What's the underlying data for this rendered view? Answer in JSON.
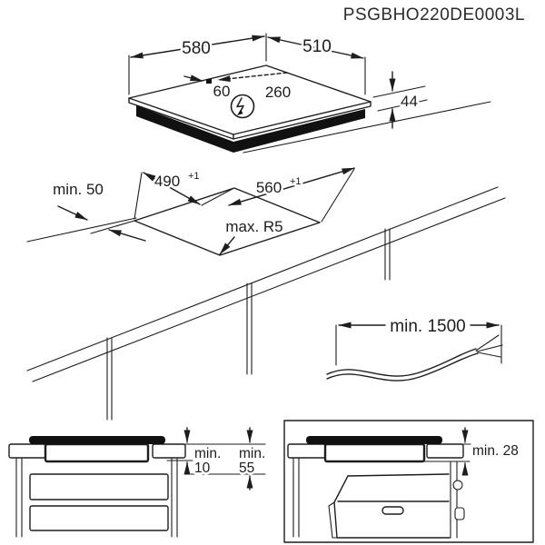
{
  "title_code": "PSGBHO220DE0003L",
  "hob_view": {
    "width": "580",
    "depth": "510",
    "height": "44",
    "conn_offset_left": "60",
    "conn_offset_right": "260"
  },
  "cutout_view": {
    "rear_clearance": "min. 50",
    "cutout_depth": "490",
    "cutout_depth_sup": "+1",
    "cutout_width": "560",
    "cutout_width_sup": "+1",
    "corner_radius": "max. R5"
  },
  "cable_view": {
    "cable_length": "min. 1500"
  },
  "drawer_view": {
    "min_word_a": "min.",
    "hob_clearance_value": "10",
    "min_word_b": "min.",
    "drawer_clearance_value": "55"
  },
  "oven_view": {
    "oven_clearance": "min. 28"
  },
  "icons": {
    "power_connection": "lightning-bolt-circle"
  },
  "colors": {
    "line": "#1d1d1d",
    "background": "#ffffff"
  }
}
